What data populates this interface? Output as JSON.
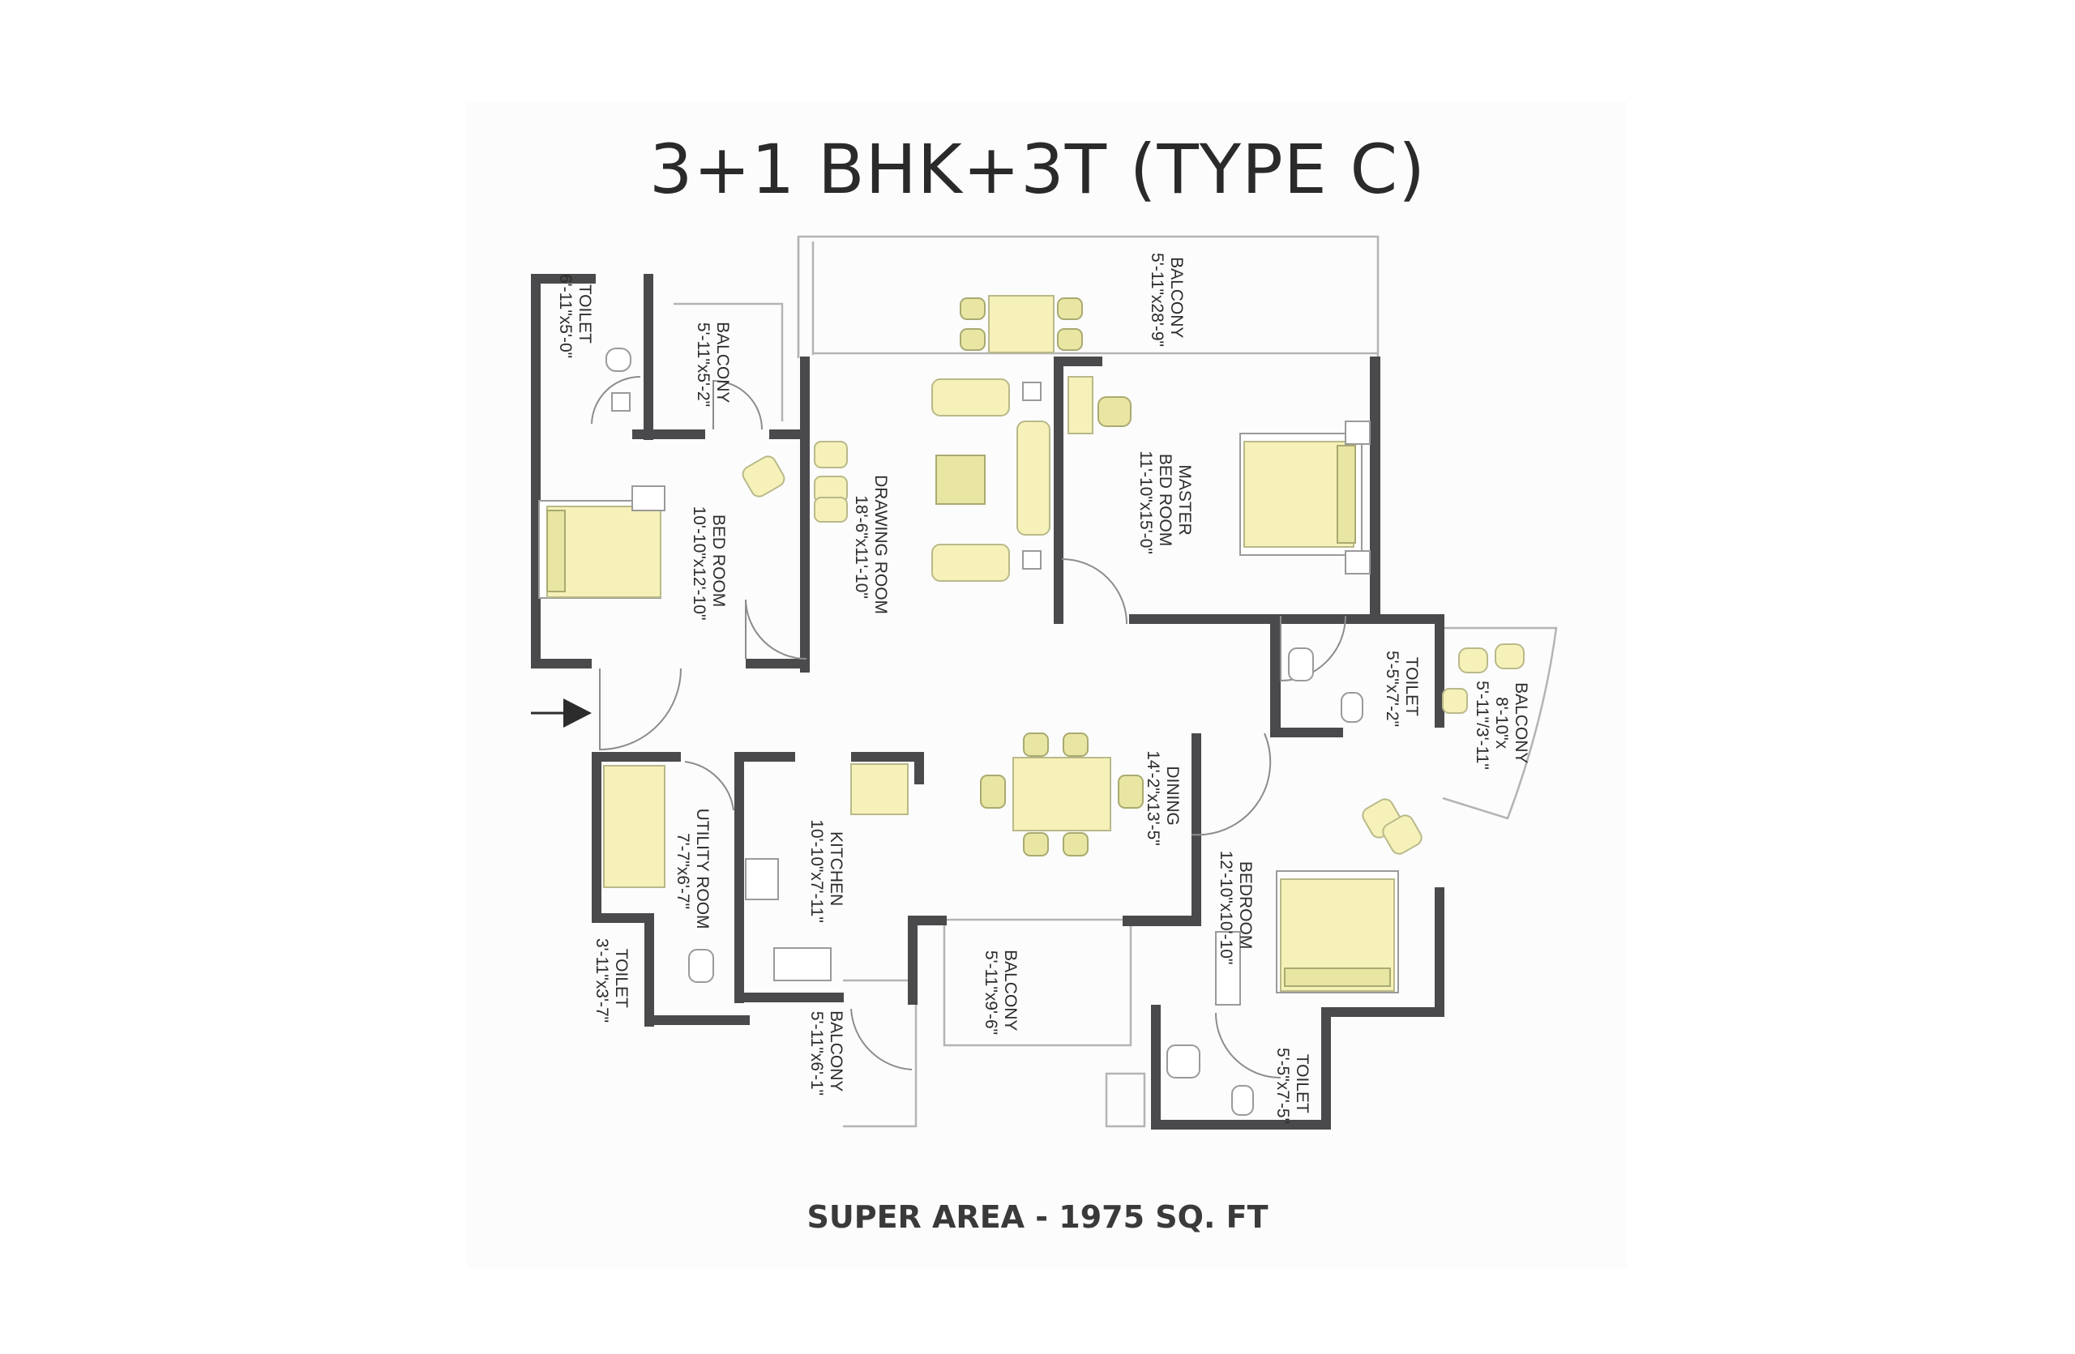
{
  "title": "3+1 BHK+3T (TYPE C)",
  "footer": "SUPER AREA - 1975 SQ. FT",
  "rooms": {
    "toilet_nw": {
      "name": "TOILET",
      "size": "6'-11\"x5'-0\""
    },
    "balcony_nw": {
      "name": "BALCONY",
      "size": "5'-11\"x5'-2\""
    },
    "balcony_top": {
      "name": "BALCONY",
      "size": "5'-11\"x28'-9\""
    },
    "bedroom_w": {
      "name": "BED ROOM",
      "size": "10'-10\"x12'-10\""
    },
    "drawing": {
      "name": "DRAWING ROOM",
      "size": "18'-6\"x11'-10\""
    },
    "master": {
      "name": "MASTER",
      "name2": "BED ROOM",
      "size": "11'-10\"x15'-0\""
    },
    "toilet_e": {
      "name": "TOILET",
      "size": "5'-5\"x7'-2\""
    },
    "balcony_e": {
      "name": "BALCONY",
      "size": "8'-10\"x",
      "size2": "5'-11\"/3'-11\""
    },
    "dining": {
      "name": "DINING",
      "size": "14'-2\"x13'-5\""
    },
    "bedroom_se": {
      "name": "BEDROOM",
      "size": "12'-10\"x10'-10\""
    },
    "utility": {
      "name": "UTILITY ROOM",
      "size": "7'-7\"x6'-7\""
    },
    "kitchen": {
      "name": "KITCHEN",
      "size": "10'-10\"x7'-11\""
    },
    "toilet_sw": {
      "name": "TOILET",
      "size": "3'-11\"x3'-7\""
    },
    "balcony_s": {
      "name": "BALCONY",
      "size": "5'-11\"x6'-1\""
    },
    "balcony_sc": {
      "name": "BALCONY",
      "size": "5'-11\"x9'-6\""
    },
    "toilet_se": {
      "name": "TOILET",
      "size": "5'-5\"x7'-5\""
    }
  },
  "colors": {
    "wall": "#4a4a4c",
    "furniture": "#f5f1b8"
  }
}
